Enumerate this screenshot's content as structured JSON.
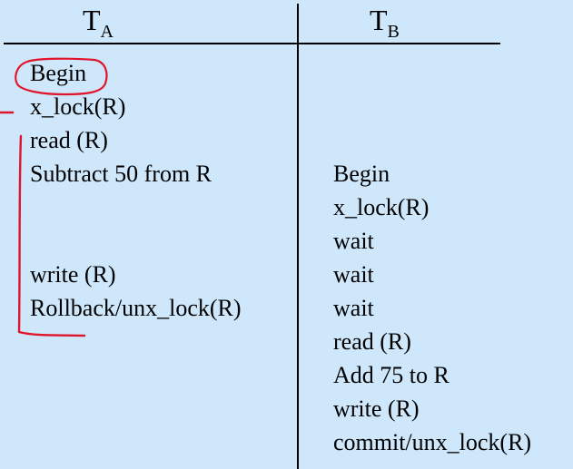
{
  "headers": {
    "ta_letter": "T",
    "ta_sub": "A",
    "tb_letter": "T",
    "tb_sub": "B"
  },
  "ta_steps": [
    "Begin",
    "x_lock(R)",
    "read (R)",
    "Subtract 50 from R",
    "",
    "",
    "write (R)",
    "Rollback/unx_lock(R)"
  ],
  "tb_steps": [
    "",
    "",
    "",
    "Begin",
    "x_lock(R)",
    "wait",
    "wait",
    "wait",
    "read (R)",
    "Add 75 to R",
    "write (R)",
    "commit/unx_lock(R)"
  ],
  "colors": {
    "background": "#cfe7fb",
    "annotation": "#e0142a",
    "text": "#000000"
  }
}
